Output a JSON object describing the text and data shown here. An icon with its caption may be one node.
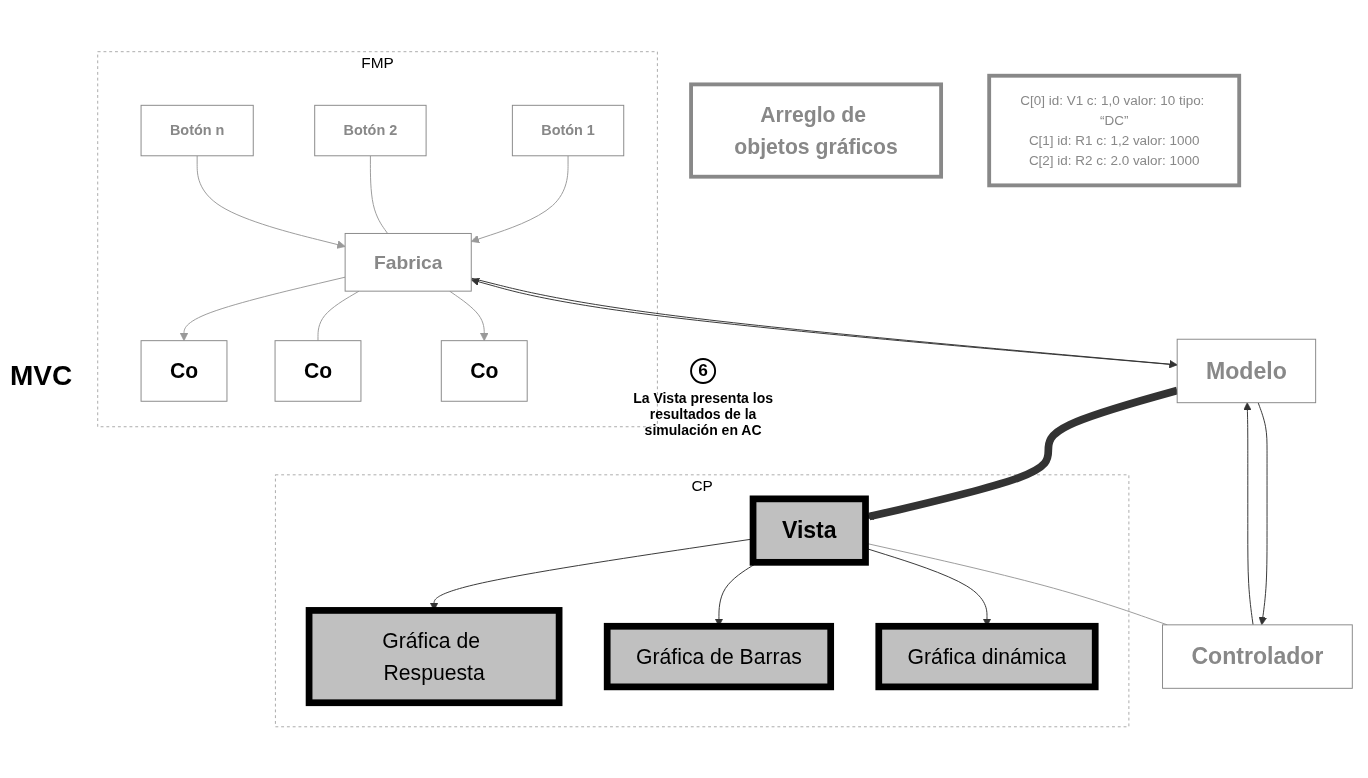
{
  "diagram": {
    "nodes": [
      {
        "text": [
          "FMP"
        ]
      },
      {
        "text": [
          "Co"
        ],
        "in": 0
      },
      {
        "text": [
          "Co"
        ],
        "in": 0
      },
      {
        "text": [
          "Co"
        ],
        "in": 0
      },
      {
        "text": [
          "Fabrica"
        ],
        "in": 0
      },
      {
        "text": [
          "Botón 1"
        ],
        "in": 0
      },
      {
        "text": [
          "Botón 2"
        ],
        "in": 0
      },
      {
        "text": [
          "Botón n"
        ],
        "in": 0
      },
      {
        "text": [
          "Arreglo de objetos gráficos"
        ]
      },
      {
        "text": [
          "C[0] id: V1 c: 1,0 valor: 10 tipo: “DC”",
          "C[1] id: R1 c: 1,2 valor: 1000",
          "C[2] id: R2 c: 2.0 valor: 1000"
        ]
      },
      {
        "text": [
          "Modelo"
        ]
      },
      {
        "text": [
          "6"
        ],
        "beside": [
          "La Vista presenta los resultados de la simulación en AC"
        ]
      },
      {
        "text": [
          "CP"
        ]
      },
      {
        "text": [
          "Vista"
        ],
        "in": 12
      },
      {
        "text": [
          "Gráfica de Respuesta"
        ],
        "in": 12
      },
      {
        "text": [
          "Gráfica de Barras"
        ],
        "in": 12
      },
      {
        "text": [
          "Gráfica dinámica"
        ],
        "in": 12
      },
      {
        "text": [
          "Controlador"
        ]
      }
    ],
    "edges": [
      {
        "from": 4,
        "to": 1,
        "arrow": "to",
        "color": "#999999"
      },
      {
        "from": 4,
        "to": 2,
        "arrow": "none",
        "color": "#999999"
      },
      {
        "from": 4,
        "to": 3,
        "arrow": "to",
        "color": "#999999"
      },
      {
        "from": 5,
        "to": 4,
        "arrow": "to",
        "color": "#999999"
      },
      {
        "from": 6,
        "to": 4,
        "arrow": "none",
        "color": "#999999"
      },
      {
        "from": 7,
        "to": 4,
        "arrow": "to",
        "color": "#999999"
      },
      {
        "from": 4,
        "to": 10,
        "arrow": "to"
      },
      {
        "from": 10,
        "to": 4,
        "arrow": "to"
      },
      {
        "from": 10,
        "to": 13,
        "arrow": "to",
        "style": "thick"
      },
      {
        "from": 10,
        "to": 17,
        "arrow": "to"
      },
      {
        "from": 17,
        "to": 10,
        "arrow": "to"
      },
      {
        "from": 13,
        "to": 17,
        "arrow": "none",
        "color": "#999999"
      },
      {
        "from": 13,
        "to": 14,
        "arrow": "to"
      },
      {
        "from": 13,
        "to": 15,
        "arrow": "to"
      },
      {
        "from": 13,
        "to": 16,
        "arrow": "to"
      }
    ],
    "labels": [
      "MVC"
    ]
  }
}
